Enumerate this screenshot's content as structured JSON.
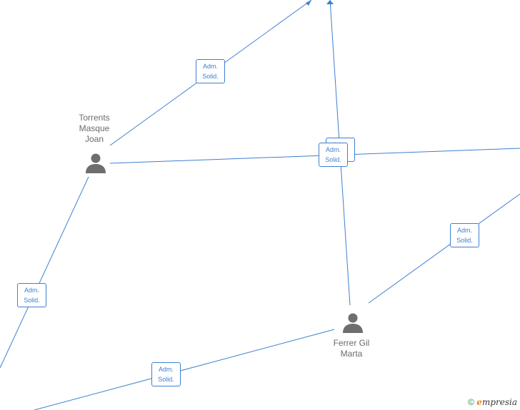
{
  "persons": [
    {
      "id": "torrents",
      "name": "Torrents\nMasque\nJoan"
    },
    {
      "id": "ferrer",
      "name": "Ferrer Gil\nMarta"
    }
  ],
  "relation_label": "Adm.\nSolid.",
  "footer": {
    "copyright": "©",
    "brand_initial": "e",
    "brand_rest": "mpresia"
  },
  "colors": {
    "edge": "#3d7fd1",
    "person_icon": "#6e6e6e",
    "label": "#6b6b6b"
  }
}
